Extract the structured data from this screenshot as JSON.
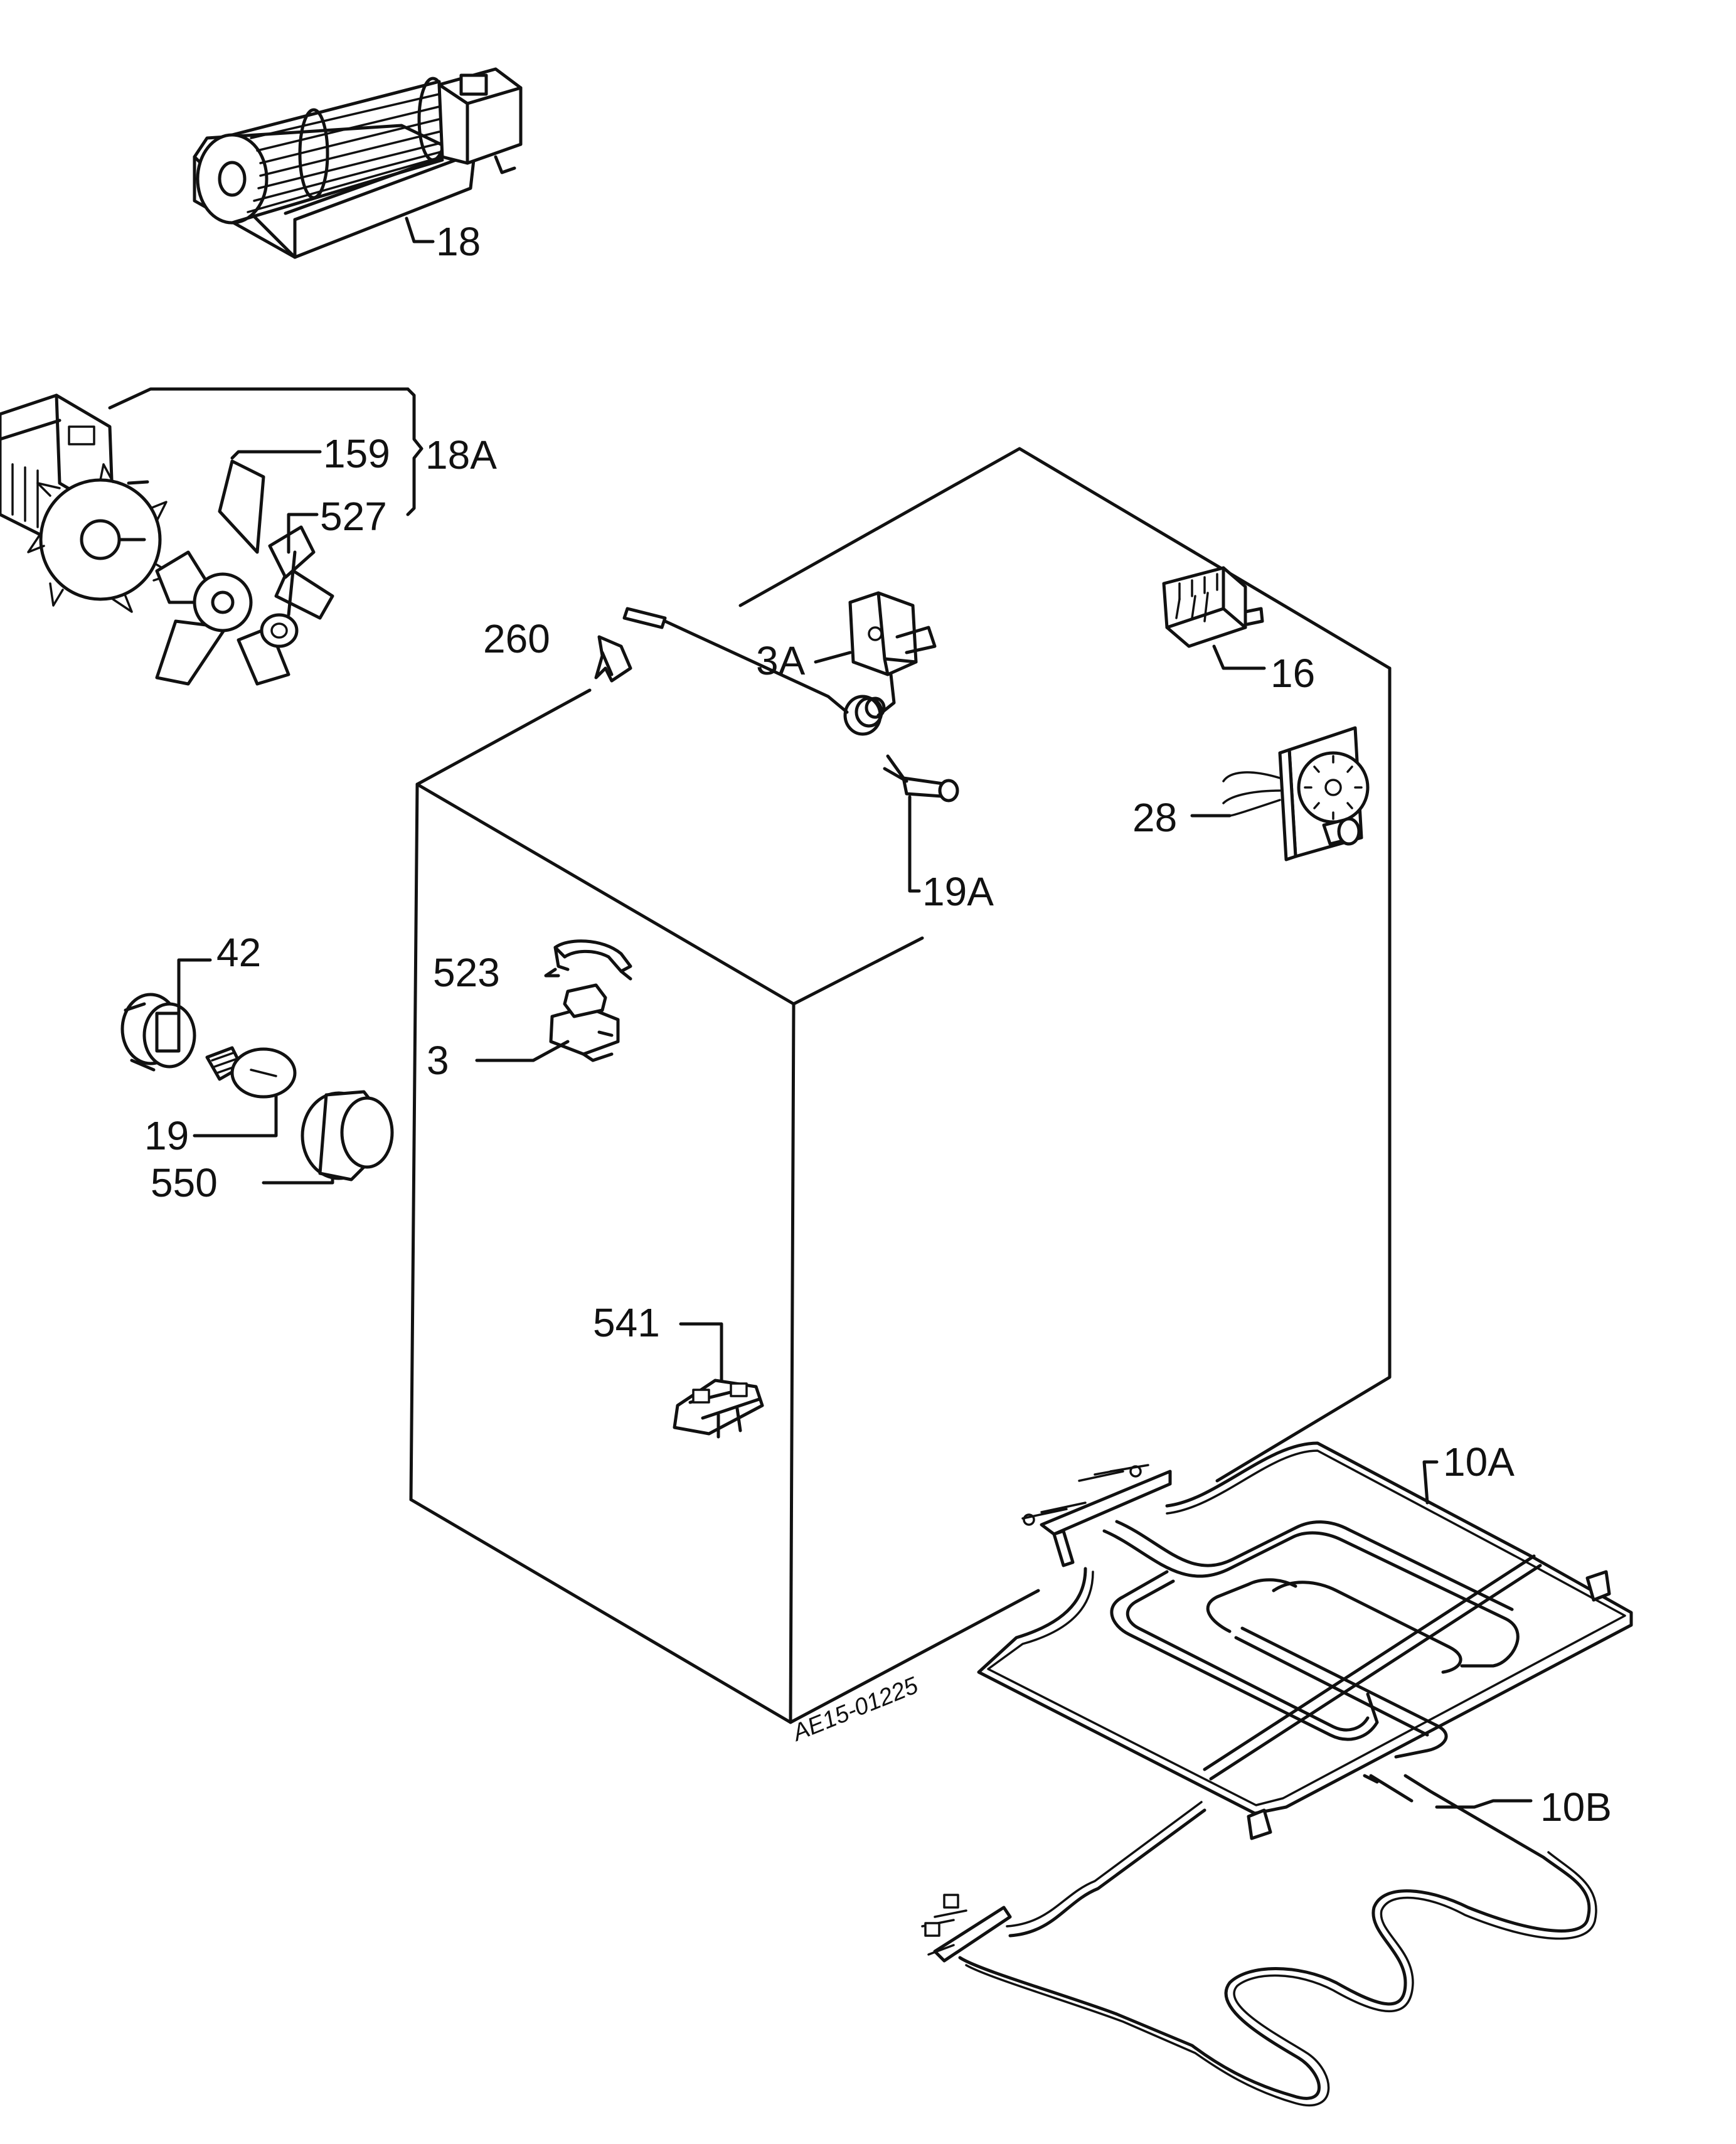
{
  "diagram": {
    "parts": [
      {
        "id": "18",
        "label": "18"
      },
      {
        "id": "18A",
        "label": "18A"
      },
      {
        "id": "159",
        "label": "159"
      },
      {
        "id": "527",
        "label": "527"
      },
      {
        "id": "260",
        "label": "260"
      },
      {
        "id": "3A",
        "label": "3A"
      },
      {
        "id": "16",
        "label": "16"
      },
      {
        "id": "28",
        "label": "28"
      },
      {
        "id": "19A",
        "label": "19A"
      },
      {
        "id": "42",
        "label": "42"
      },
      {
        "id": "523",
        "label": "523"
      },
      {
        "id": "3",
        "label": "3"
      },
      {
        "id": "19",
        "label": "19"
      },
      {
        "id": "550",
        "label": "550"
      },
      {
        "id": "541",
        "label": "541"
      },
      {
        "id": "10A",
        "label": "10A"
      },
      {
        "id": "10B",
        "label": "10B"
      }
    ],
    "drawing_ref": "AE15-01225"
  }
}
